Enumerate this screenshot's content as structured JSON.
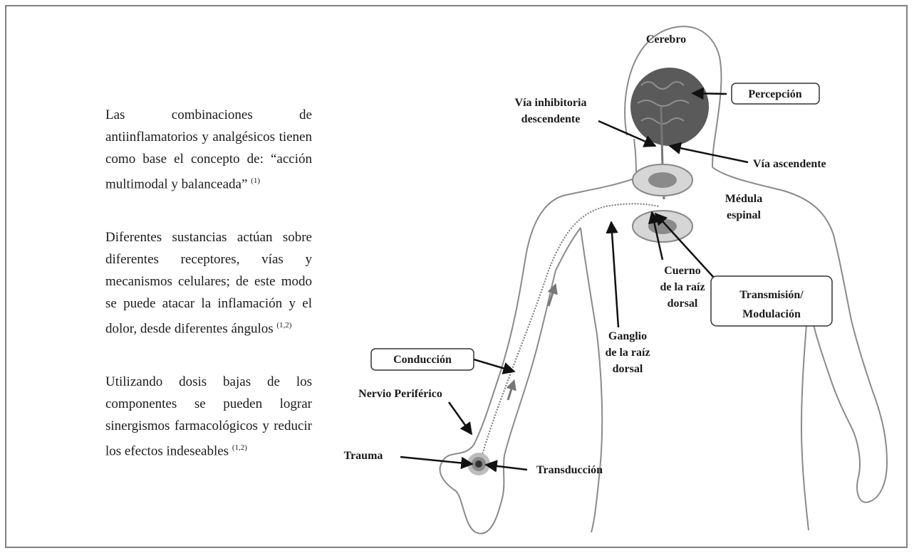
{
  "paragraphs": [
    {
      "text": "Las combinaciones de antiinflamatorios y analgésicos tienen como base el concepto de: “acción multimodal y balanceada”",
      "ref": "(1)"
    },
    {
      "text": "Diferentes sustancias actúan sobre diferentes receptores, vías y mecanismos celulares; de este modo se puede atacar la inflamación y el dolor, desde diferentes ángulos",
      "ref": "(1,2)"
    },
    {
      "text": "Utilizando dosis bajas de los componentes se pueden lograr sinergismos farmacológicos y reducir los efectos indeseables",
      "ref": "(1,2)"
    }
  ],
  "diagram": {
    "labels": {
      "cerebro": "Cerebro",
      "percepcion": "Percepción",
      "via_inhibitoria_1": "Vía inhibitoria",
      "via_inhibitoria_2": "descendente",
      "via_ascendente": "Vía ascendente",
      "medula_1": "Médula",
      "medula_2": "espinal",
      "cuerno_1": "Cuerno",
      "cuerno_2": "de la raíz",
      "cuerno_3": "dorsal",
      "transmision_1": "Transmisión/",
      "transmision_2": "Modulación",
      "ganglio_1": "Ganglio",
      "ganglio_2": "de la raíz",
      "ganglio_3": "dorsal",
      "conduccion": "Conducción",
      "nervio": "Nervio Periférico",
      "trauma": "Trauma",
      "transduccion": "Transducción"
    },
    "colors": {
      "body_outline": "#8a8a8a",
      "brain": "#5a5a5a",
      "arrow": "#111111",
      "nerve": "#777777"
    }
  }
}
